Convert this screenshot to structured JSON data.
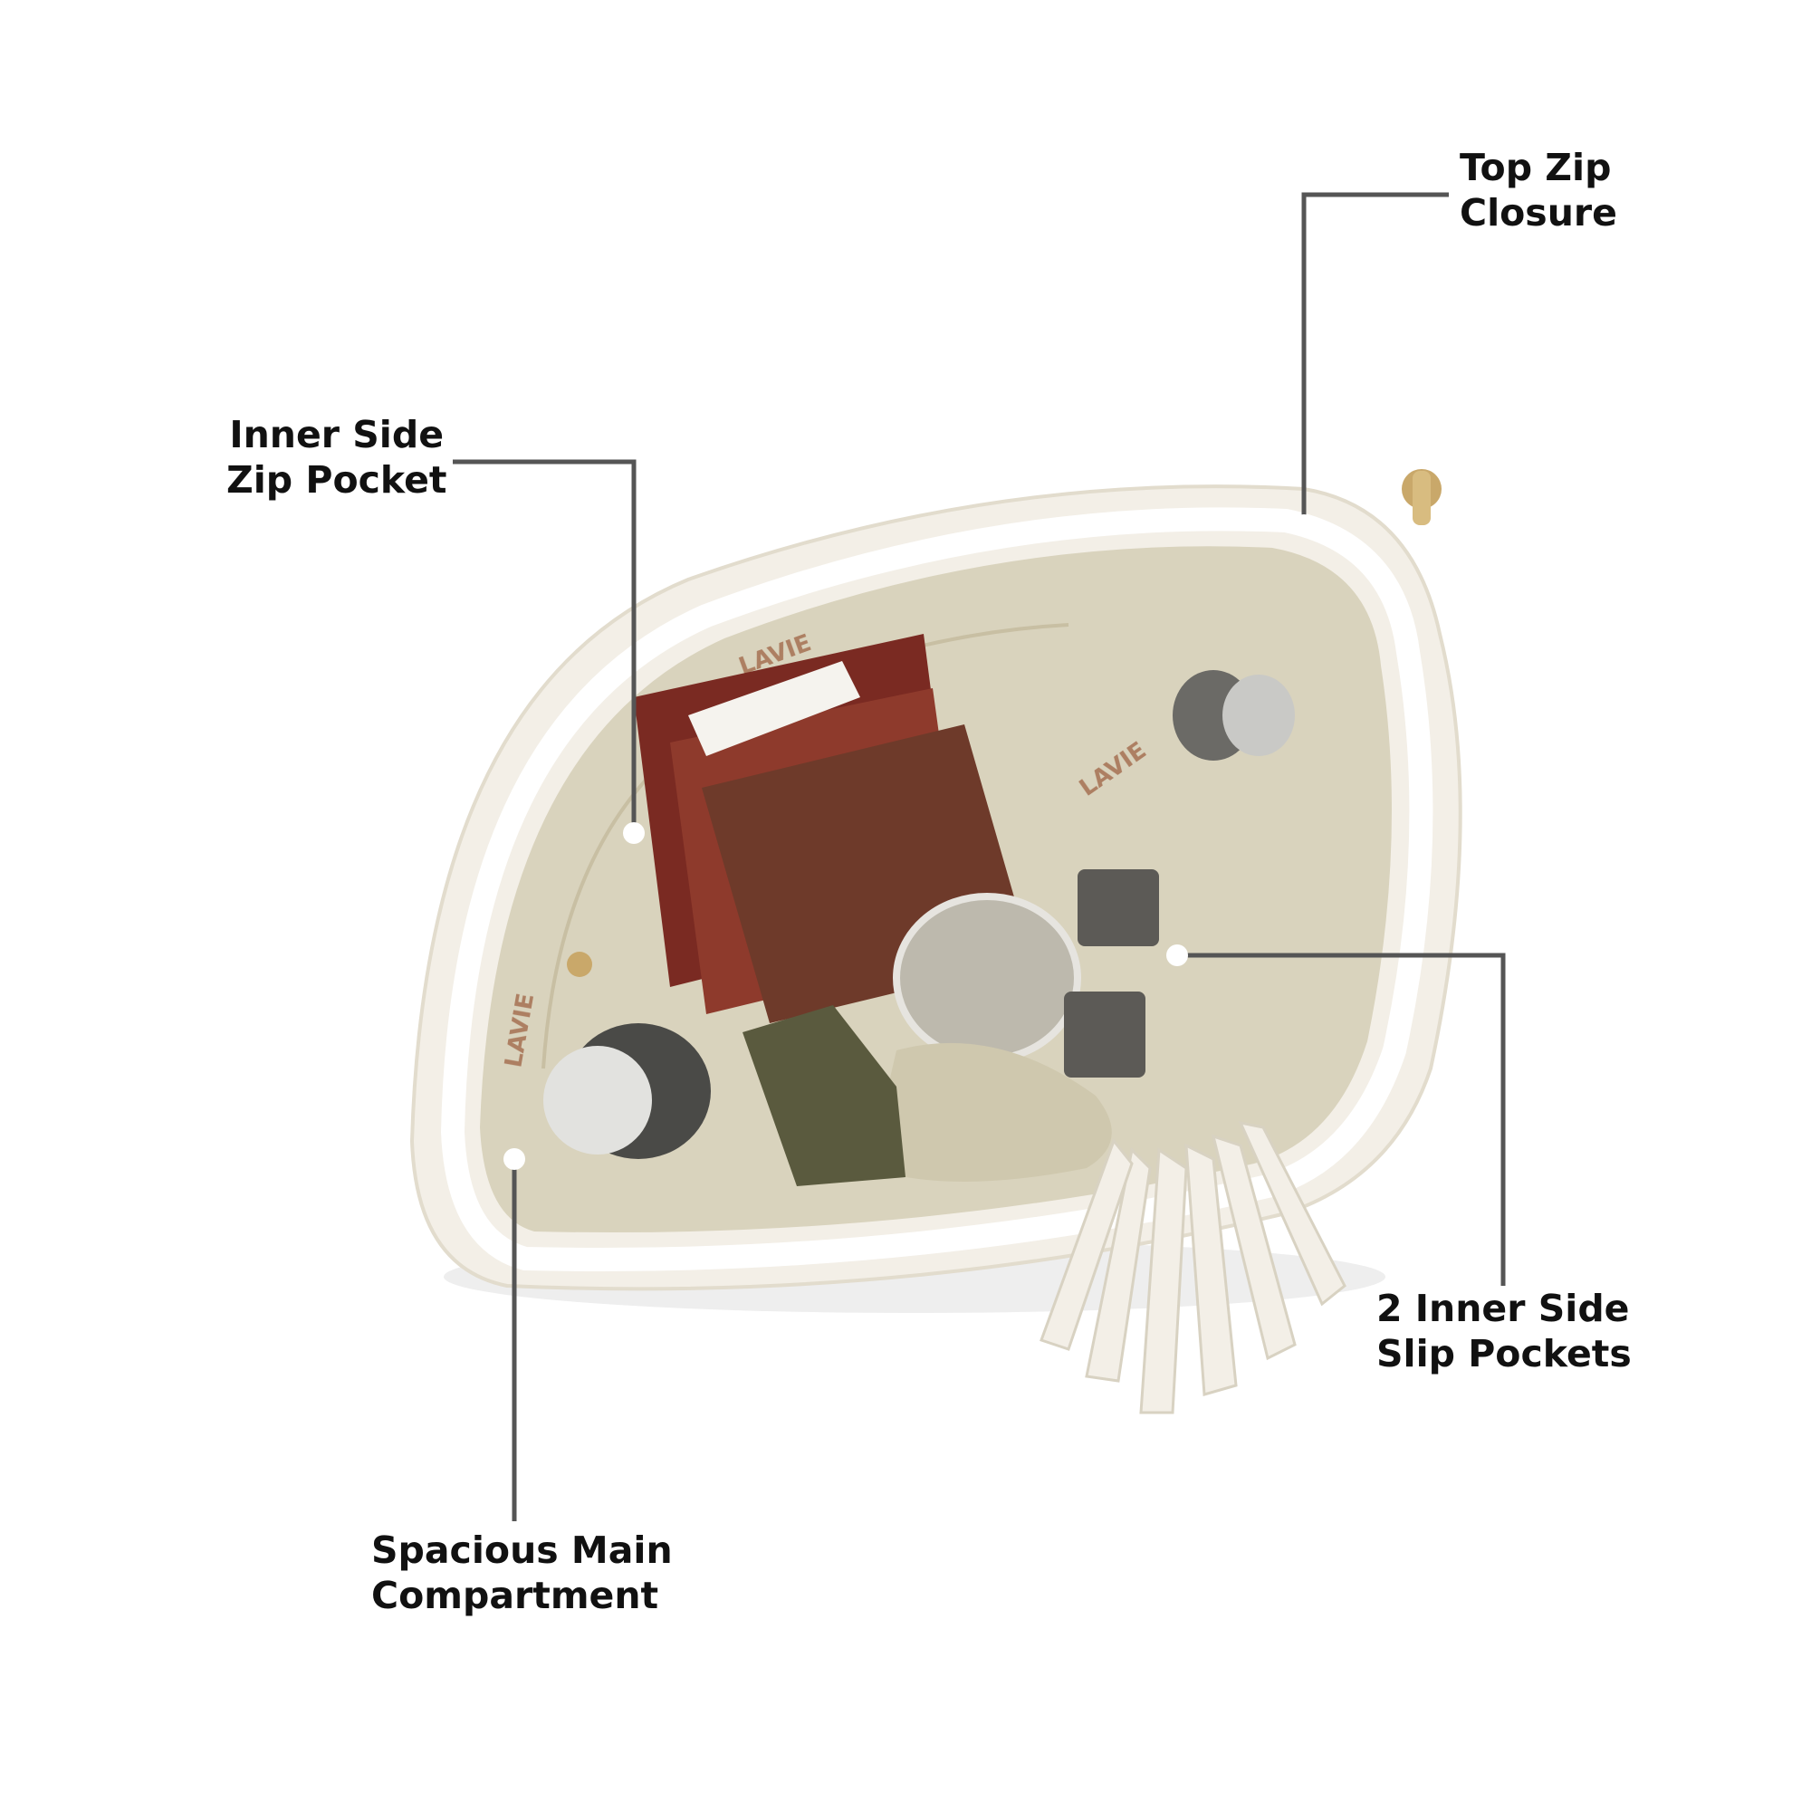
{
  "labels": {
    "top_zip": [
      "Top Zip",
      "Closure"
    ],
    "inner_zip": [
      "Inner Side",
      "Zip Pocket"
    ],
    "slip_pockets": [
      "2 Inner Side",
      "Slip Pockets"
    ],
    "main_compartment": [
      "Spacious Main",
      "Compartment"
    ]
  },
  "bag": {
    "brand_print": "LAVIE"
  },
  "colors": {
    "callout_line": "#555555",
    "bag_white": "#f3efe7",
    "lining": "#d9d3bd",
    "brand_print": "#9a5b3c",
    "wallet_red": "#7a2a22",
    "metal": "#6b6a66"
  }
}
